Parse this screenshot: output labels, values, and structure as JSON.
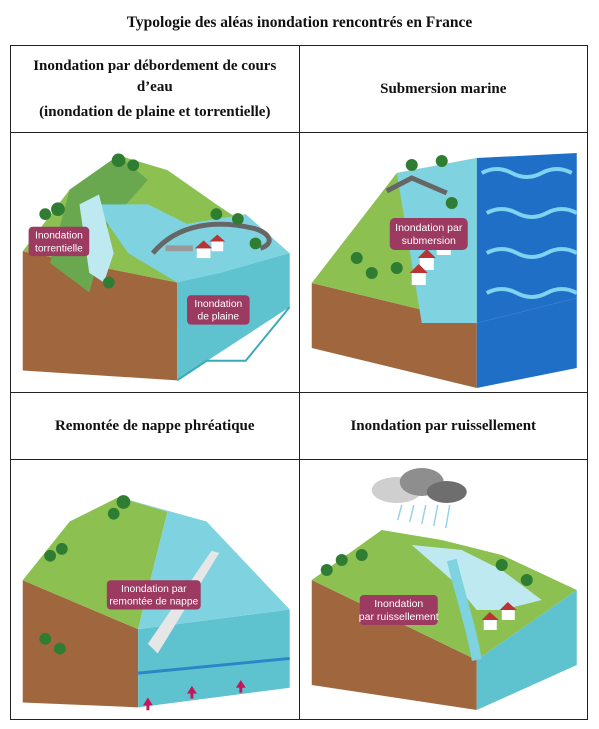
{
  "title": "Typologie des aléas inondation rencontrés en France",
  "cells": [
    {
      "heading_line1": "Inondation par débordement de cours d’eau",
      "heading_line2": "(inondation de plaine et torrentielle)",
      "labels": [
        {
          "line1": "Inondation",
          "line2": "torrentielle"
        },
        {
          "line1": "Inondation",
          "line2": "de plaine"
        }
      ]
    },
    {
      "heading": "Submersion marine",
      "labels": [
        {
          "line1": "Inondation par",
          "line2": "submersion"
        }
      ]
    },
    {
      "heading": "Remontée de nappe phréatique",
      "labels": [
        {
          "line1": "Inondation par",
          "line2": "remontée de nappe"
        }
      ]
    },
    {
      "heading": "Inondation par ruissellement",
      "labels": [
        {
          "line1": "Inondation",
          "line2": "par ruissellement"
        }
      ]
    }
  ],
  "colors": {
    "label_bg": "#9c3a62",
    "grass": "#8cc152",
    "water": "#7fd3e0",
    "soil": "#a0673f",
    "sea": "#1f6fc6"
  },
  "icons": [
    "tree-icon",
    "house-icon",
    "cloud-icon",
    "arrow-up-icon"
  ]
}
